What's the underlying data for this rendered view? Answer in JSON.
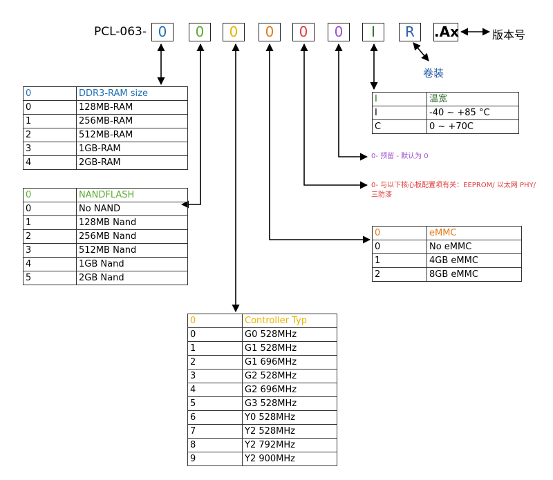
{
  "code": {
    "prefix": "PCL-063-",
    "boxes": [
      {
        "char": "0",
        "color": "#1f6fb5"
      },
      {
        "char": "0",
        "color": "#5aac2f"
      },
      {
        "char": "0",
        "color": "#e8b400"
      },
      {
        "char": "0",
        "color": "#e07b1a"
      },
      {
        "char": "0",
        "color": "#e03a3a"
      },
      {
        "char": "0",
        "color": "#9b4fd1"
      },
      {
        "char": "I",
        "color": "#2f6e2a"
      },
      {
        "char": "R",
        "color": "#2a5ea8"
      }
    ],
    "version_box": ".Ax",
    "version_label": "版本号",
    "packaging_label": "卷装"
  },
  "notes": {
    "reserved": {
      "text": "0- 预留 - 默认为 0",
      "color": "#9b4fd1"
    },
    "core_config": {
      "line1": "0- 与以下核心板配置项有关：EEPROM/ 以太网 PHY/",
      "line2": "三防漆",
      "color": "#e03a3a"
    }
  },
  "tables": {
    "ddr": {
      "header": [
        "0",
        "DDR3-RAM size"
      ],
      "header_color": "#1f6fb5",
      "rows": [
        [
          "0",
          "128MB-RAM"
        ],
        [
          "1",
          "256MB-RAM"
        ],
        [
          "2",
          "512MB-RAM"
        ],
        [
          "3",
          "1GB-RAM"
        ],
        [
          "4",
          "2GB-RAM"
        ]
      ]
    },
    "nand": {
      "header": [
        "0",
        "NANDFLASH"
      ],
      "header_color": "#5aac2f",
      "rows": [
        [
          "0",
          "No NAND"
        ],
        [
          "1",
          "128MB Nand"
        ],
        [
          "2",
          "256MB Nand"
        ],
        [
          "3",
          "512MB Nand"
        ],
        [
          "4",
          "1GB Nand"
        ],
        [
          "5",
          "2GB Nand"
        ]
      ]
    },
    "controller": {
      "header": [
        "0",
        "Controller Typ"
      ],
      "header_color": "#e8b400",
      "rows": [
        [
          "0",
          "G0 528MHz"
        ],
        [
          "1",
          "G1 528MHz"
        ],
        [
          "2",
          "G1 696MHz"
        ],
        [
          "3",
          "G2 528MHz"
        ],
        [
          "4",
          "G2 696MHz"
        ],
        [
          "5",
          "G3 528MHz"
        ],
        [
          "6",
          "Y0 528MHz"
        ],
        [
          "7",
          "Y2 528MHz"
        ],
        [
          "8",
          "Y2 792MHz"
        ],
        [
          "9",
          "Y2 900MHz"
        ]
      ]
    },
    "emmc": {
      "header": [
        "0",
        "eMMC"
      ],
      "header_color": "#e07b1a",
      "rows": [
        [
          "0",
          "No eMMC"
        ],
        [
          "1",
          "4GB eMMC"
        ],
        [
          "2",
          "8GB eMMC"
        ]
      ]
    },
    "temp": {
      "header": [
        "I",
        "温宽"
      ],
      "header_color": "#2f6e2a",
      "rows": [
        [
          "I",
          "-40 ~ +85 °C"
        ],
        [
          "C",
          "0 ~ +70C"
        ]
      ]
    }
  }
}
